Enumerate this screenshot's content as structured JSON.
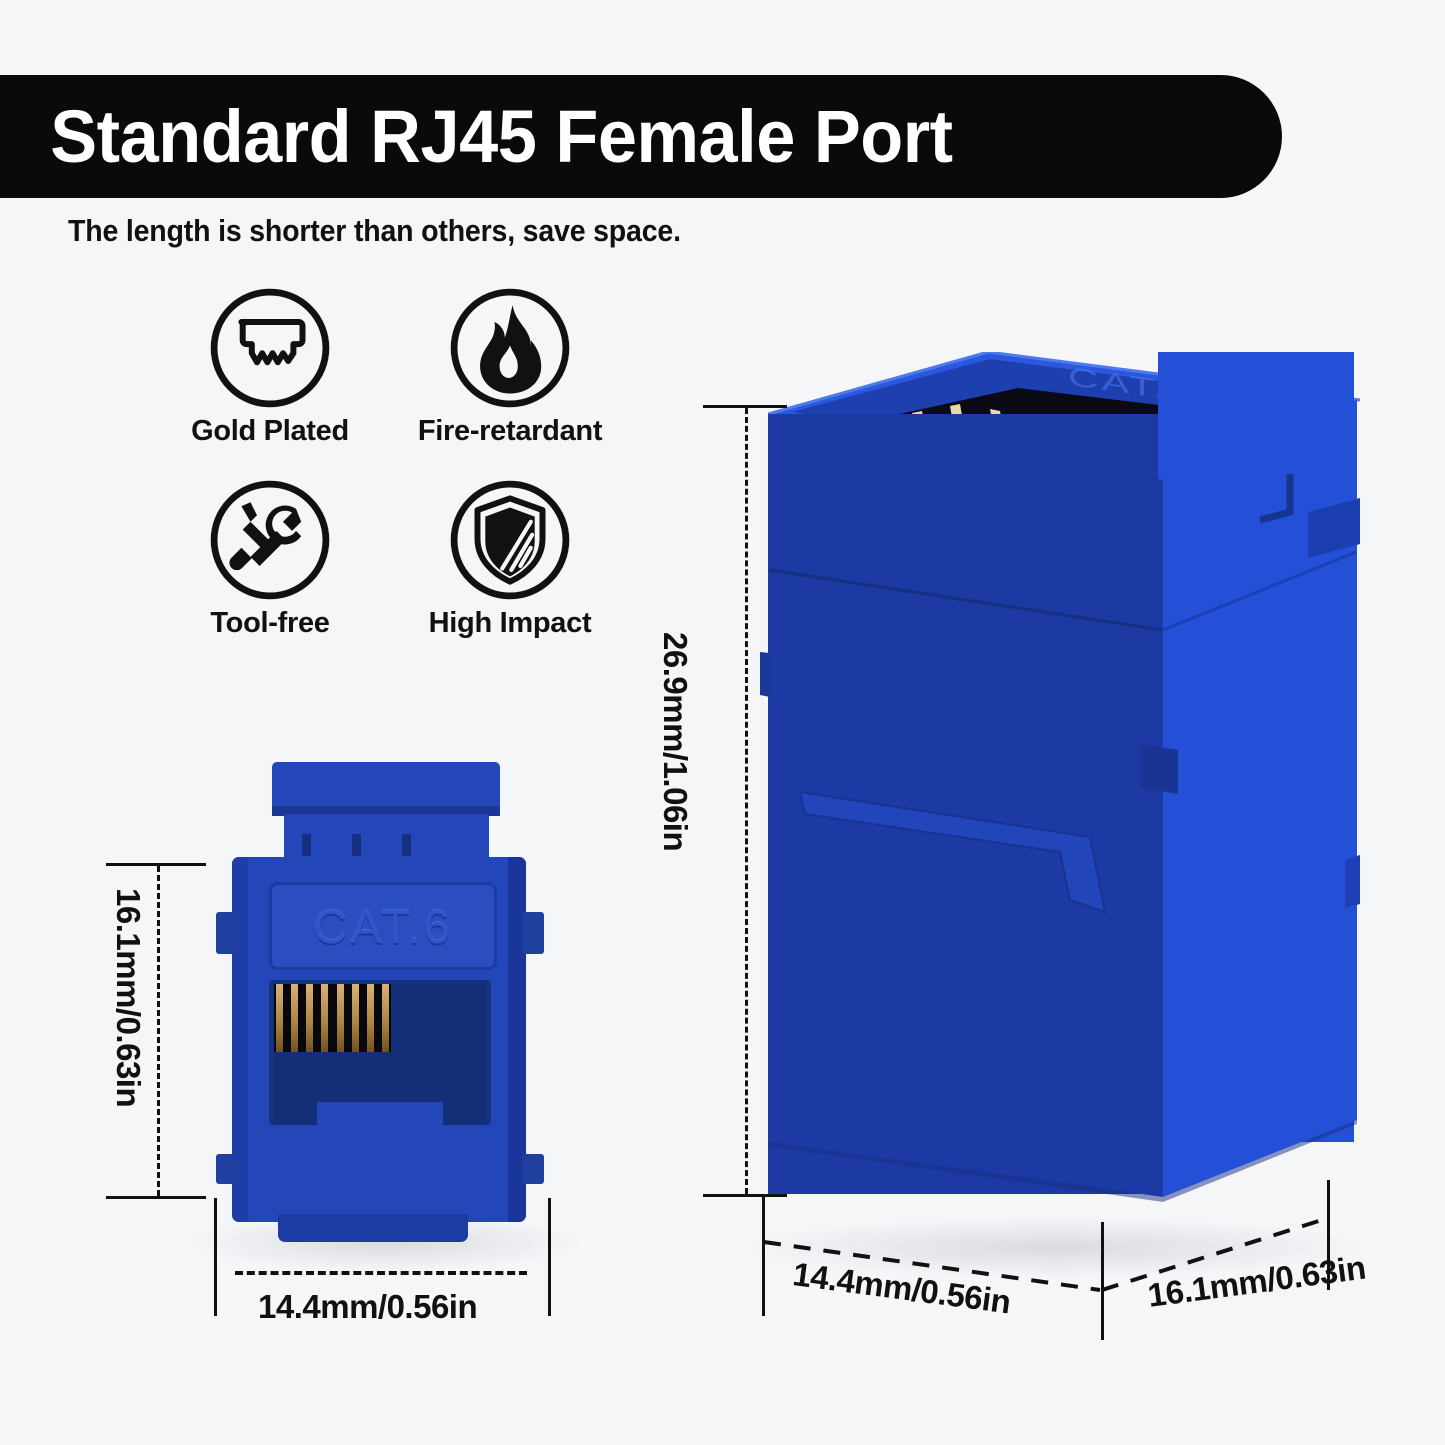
{
  "page": {
    "background_color": "#f5f6f8",
    "accent_blue": "#2346b8",
    "text_color": "#111114"
  },
  "header": {
    "title": "Standard RJ45 Female Port",
    "banner_color": "#0a0a0c",
    "title_color": "#ffffff",
    "subtitle": "The length is shorter than others, save space."
  },
  "features": {
    "rows": [
      [
        {
          "label": "Gold Plated",
          "icon": "gold-contact-icon"
        },
        {
          "label": "Fire-retardant",
          "icon": "flame-icon"
        }
      ],
      [
        {
          "label": "Tool-free",
          "icon": "screwdriver-wrench-icon"
        },
        {
          "label": "High Impact",
          "icon": "shield-icon"
        }
      ]
    ]
  },
  "products": {
    "front_view": {
      "name": "rj45-keystone-jack-front",
      "body_color": "#2346b8",
      "embossed_label": "CAT.6",
      "pin_count": 8,
      "pin_color": "#a8823f",
      "dimensions": {
        "height": "16.1mm/0.63in",
        "width": "14.4mm/0.56in"
      }
    },
    "perspective_view": {
      "name": "rj45-keystone-jack-3d",
      "body_color": "#2450d8",
      "embossed_label": "CAT.6",
      "pin_count": 6,
      "dimensions": {
        "height": "26.9mm/1.06in",
        "width": "14.4mm/0.56in",
        "depth": "16.1mm/0.63in"
      }
    }
  }
}
